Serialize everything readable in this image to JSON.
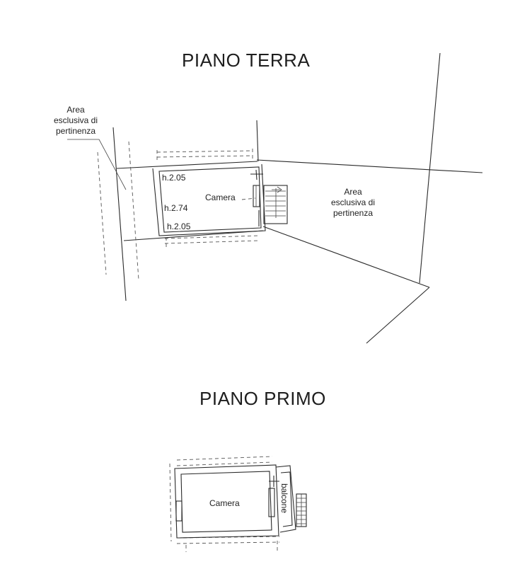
{
  "ground_floor": {
    "title": "PIANO TERRA",
    "left_area_label": [
      "Area",
      "esclusiva di",
      "pertinenza"
    ],
    "right_area_label": [
      "Area",
      "esclusiva di",
      "pertinenza"
    ],
    "room_label": "Camera",
    "heights": [
      "h.2.05",
      "h.2.74",
      "h.2.05"
    ]
  },
  "first_floor": {
    "title": "PIANO PRIMO",
    "room_label": "Camera",
    "balcony_label": "balcone"
  }
}
